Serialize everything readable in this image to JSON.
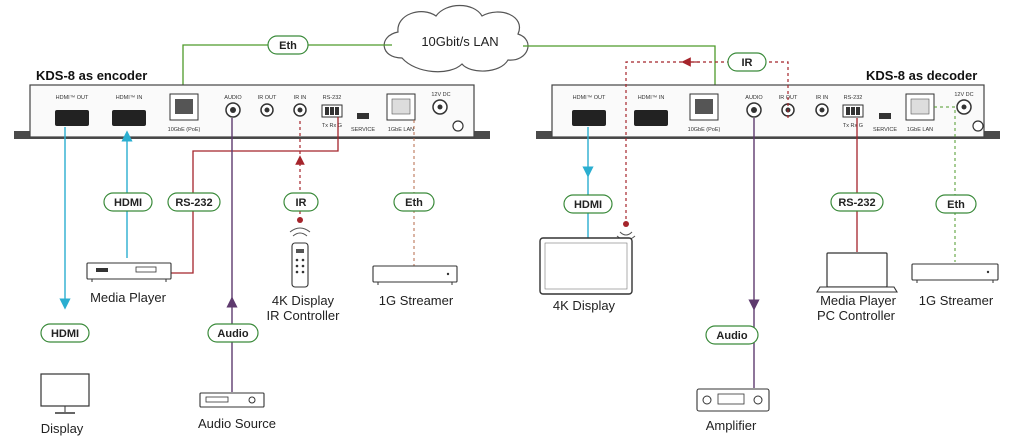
{
  "cloud": {
    "label": "10Gbit/s LAN"
  },
  "encoder": {
    "title": "KDS-8 as encoder",
    "ports": {
      "hdmi_out": "HDMI™ OUT",
      "hdmi_in": "HDMI™ IN",
      "eth_10g": "10GbE (PoE)",
      "audio": "AUDIO",
      "ir_out": "IR OUT",
      "ir_in": "IR IN",
      "rs232": "RS-232",
      "rs232_pins": "Tx Rx G",
      "service": "SERVICE",
      "lan_1g": "1GbE LAN",
      "dc": "12V DC"
    },
    "devices": {
      "media_player": "Media Player",
      "display": "Display",
      "audio_source": "Audio Source",
      "ir_controller_line1": "4K Display",
      "ir_controller_line2": "IR Controller",
      "streamer": "1G Streamer"
    }
  },
  "decoder": {
    "title": "KDS-8 as decoder",
    "ports": {
      "hdmi_out": "HDMI™ OUT",
      "hdmi_in": "HDMI™ IN",
      "eth_10g": "10GbE (PoE)",
      "audio": "AUDIO",
      "ir_out": "IR OUT",
      "ir_in": "IR IN",
      "rs232": "RS-232",
      "rs232_pins": "Tx Rx G",
      "service": "SERVICE",
      "lan_1g": "1GbE LAN",
      "dc": "12V DC"
    },
    "devices": {
      "display_4k": "4K Display",
      "amplifier": "Amplifier",
      "pc_controller_line1": "Media Player",
      "pc_controller_line2": "PC Controller",
      "streamer": "1G Streamer"
    }
  },
  "links": {
    "eth": "Eth",
    "hdmi": "HDMI",
    "rs232": "RS-232",
    "ir": "IR",
    "audio": "Audio"
  },
  "colors": {
    "hdmi": "#2aaed0",
    "eth": "#4e9a2a",
    "rs232": "#a5242b",
    "ir": "#a5242b",
    "audio": "#5e3a6e",
    "pill_border": "#3a8a3a"
  }
}
